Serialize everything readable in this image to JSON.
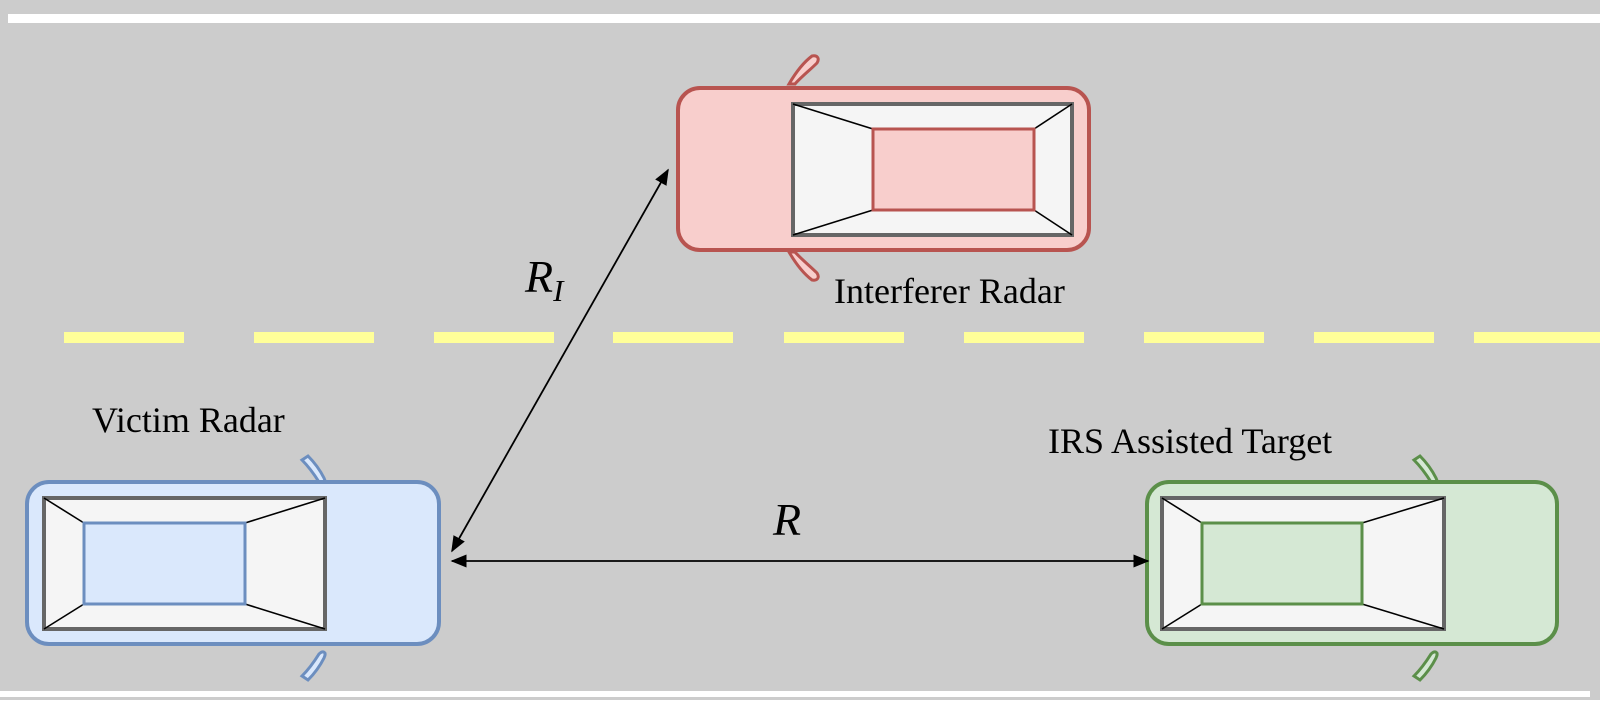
{
  "labels": {
    "interferer": "Interferer Radar",
    "victim": "Victim Radar",
    "target": "IRS Assisted Target",
    "range_interferer": "R",
    "range_interferer_sub": "I",
    "range": "R"
  },
  "colors": {
    "road": "#cccccc",
    "lane_marking": "#ffff99",
    "edge_line": "#ffffff",
    "interferer_fill": "#f8cecc",
    "interferer_stroke": "#b85450",
    "victim_fill": "#dae8fc",
    "victim_stroke": "#6c8ebf",
    "target_fill": "#d5e8d4",
    "target_stroke": "#5b8f49",
    "window_fill": "#f5f5f5",
    "window_stroke": "#666666"
  }
}
